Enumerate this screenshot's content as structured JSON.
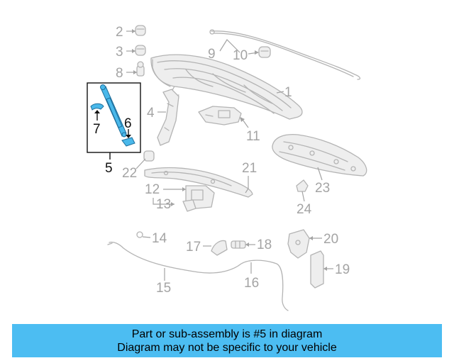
{
  "callouts": [
    {
      "id": "c1",
      "label": "1"
    },
    {
      "id": "c2",
      "label": "2"
    },
    {
      "id": "c3",
      "label": "3"
    },
    {
      "id": "c4",
      "label": "4"
    },
    {
      "id": "c5",
      "label": "5"
    },
    {
      "id": "c6",
      "label": "6"
    },
    {
      "id": "c7",
      "label": "7"
    },
    {
      "id": "c8",
      "label": "8"
    },
    {
      "id": "c9",
      "label": "9"
    },
    {
      "id": "c10",
      "label": "10"
    },
    {
      "id": "c11",
      "label": "11"
    },
    {
      "id": "c12",
      "label": "12"
    },
    {
      "id": "c13",
      "label": "13"
    },
    {
      "id": "c14",
      "label": "14"
    },
    {
      "id": "c15",
      "label": "15"
    },
    {
      "id": "c16",
      "label": "16"
    },
    {
      "id": "c17",
      "label": "17"
    },
    {
      "id": "c18",
      "label": "18"
    },
    {
      "id": "c19",
      "label": "19"
    },
    {
      "id": "c20",
      "label": "20"
    },
    {
      "id": "c21",
      "label": "21"
    },
    {
      "id": "c22",
      "label": "22"
    },
    {
      "id": "c23",
      "label": "23"
    },
    {
      "id": "c24",
      "label": "24"
    }
  ],
  "highlight": {
    "part_number": "5",
    "color": "#49b8ea"
  },
  "banner": {
    "line1": "Part or sub-assembly is #5 in diagram",
    "line2": "Diagram may not be specific to your vehicle",
    "color": "#4cbdf2"
  }
}
